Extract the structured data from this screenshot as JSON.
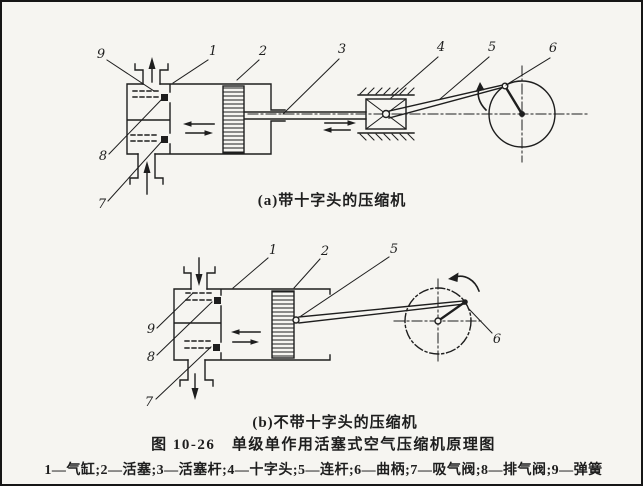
{
  "figure": {
    "title": "图 10-26　单级单作用活塞式空气压缩机原理图",
    "legend": "1—气缸;2—活塞;3—活塞杆;4—十字头;5—连杆;6—曲柄;7—吸气阀;8—排气阀;9—弹簧",
    "colors": {
      "ink": "#1e1e1e",
      "paper": "#f6f5f1"
    }
  },
  "diagram_a": {
    "caption": "(a)带十字头的压缩机",
    "part_labels": [
      "9",
      "1",
      "2",
      "3",
      "4",
      "5",
      "6",
      "8",
      "7"
    ]
  },
  "diagram_b": {
    "caption": "(b)不带十字头的压缩机",
    "part_labels": [
      "1",
      "2",
      "5",
      "6",
      "9",
      "8",
      "7"
    ]
  }
}
